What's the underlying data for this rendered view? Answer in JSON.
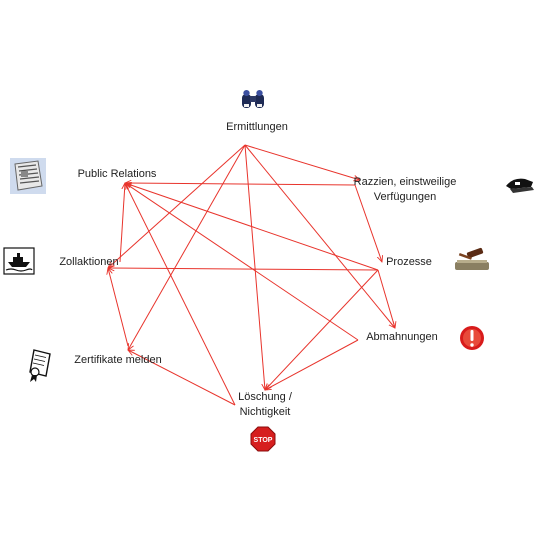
{
  "diagram": {
    "nodes": [
      {
        "id": "ermittlungen",
        "label": "Ermittlungen",
        "icon": "binoculars-icon"
      },
      {
        "id": "razzien",
        "label": "Razzien, einstweilige",
        "label2": "Verfügungen",
        "icon": "police-cap-icon"
      },
      {
        "id": "prozesse",
        "label": "Prozesse",
        "icon": "gavel-icon"
      },
      {
        "id": "abmahnungen",
        "label": "Abmahnungen",
        "icon": "exclamation-icon"
      },
      {
        "id": "loeschung",
        "label": "Löschung /",
        "label2": "Nichtigkeit",
        "icon": "stop-sign-icon",
        "icon_text": "STOP"
      },
      {
        "id": "zertifikate",
        "label": "Zertifikate melden",
        "icon": "certificate-icon"
      },
      {
        "id": "zollaktionen",
        "label": "Zollaktionen",
        "icon": "ship-icon"
      },
      {
        "id": "public_relations",
        "label": "Public Relations",
        "icon": "newspaper-icon"
      }
    ],
    "edges": [
      [
        "ermittlungen",
        "razzien"
      ],
      [
        "ermittlungen",
        "abmahnungen"
      ],
      [
        "ermittlungen",
        "loeschung"
      ],
      [
        "ermittlungen",
        "zertifikate"
      ],
      [
        "ermittlungen",
        "zollaktionen"
      ],
      [
        "razzien",
        "public_relations"
      ],
      [
        "razzien",
        "prozesse"
      ],
      [
        "prozesse",
        "public_relations"
      ],
      [
        "prozesse",
        "zollaktionen"
      ],
      [
        "prozesse",
        "abmahnungen"
      ],
      [
        "prozesse",
        "loeschung"
      ],
      [
        "abmahnungen",
        "loeschung"
      ],
      [
        "loeschung",
        "zertifikate"
      ],
      [
        "loeschung",
        "public_relations"
      ],
      [
        "zertifikate",
        "zollaktionen"
      ],
      [
        "zollaktionen",
        "public_relations"
      ],
      [
        "abmahnungen",
        "public_relations"
      ]
    ],
    "colors": {
      "edge": "#e8342c",
      "text": "#222222",
      "stop": "#d61e1e",
      "alert": "#d81b1b"
    }
  }
}
